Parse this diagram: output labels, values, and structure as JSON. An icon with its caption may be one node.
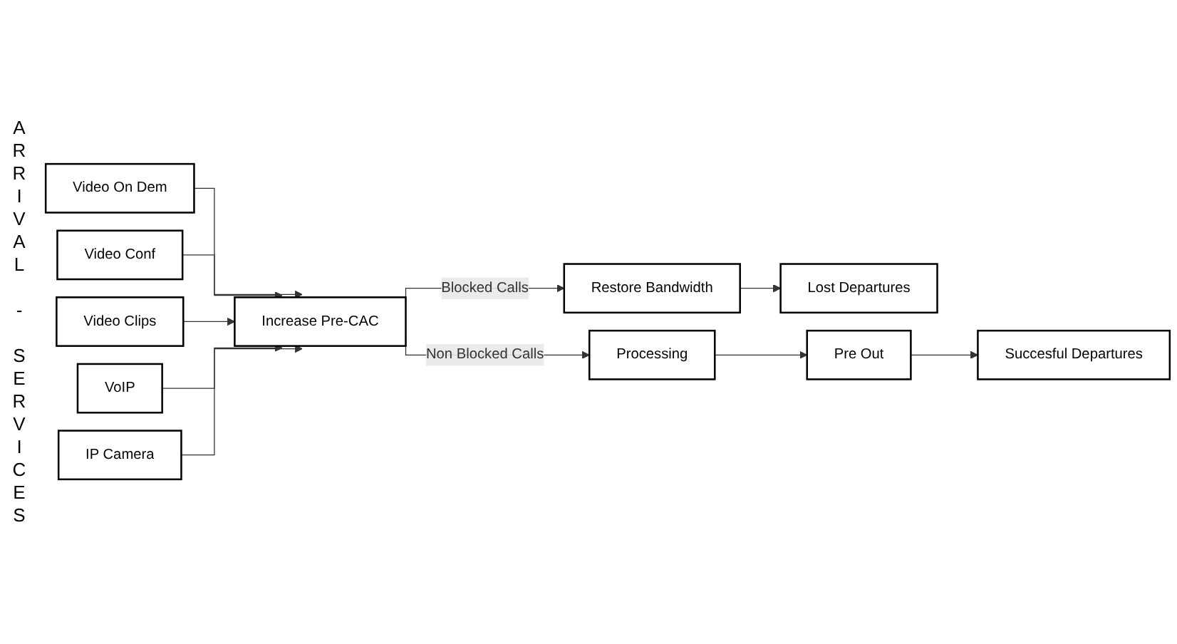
{
  "diagram": {
    "nodes": [
      {
        "text": [
          "Video On Dem"
        ]
      },
      {
        "text": [
          "Video Conf"
        ]
      },
      {
        "text": [
          "Video Clips"
        ]
      },
      {
        "text": [
          "VoIP"
        ]
      },
      {
        "text": [
          "IP  Camera"
        ]
      },
      {
        "text": [
          "Increase Pre-CAC"
        ]
      },
      {
        "text": [
          "Restore Bandwidth"
        ]
      },
      {
        "text": [
          "Lost Departures"
        ]
      },
      {
        "text": [
          "Processing"
        ]
      },
      {
        "text": [
          "Pre Out"
        ]
      },
      {
        "text": [
          "Succesful Departures"
        ]
      }
    ],
    "edges": [
      {
        "from": 0,
        "to": 5,
        "arrow": "to"
      },
      {
        "from": 1,
        "to": 5,
        "arrow": "to"
      },
      {
        "from": 2,
        "to": 5,
        "arrow": "to"
      },
      {
        "from": 3,
        "to": 5,
        "arrow": "to"
      },
      {
        "from": 4,
        "to": 5,
        "arrow": "to"
      },
      {
        "from": 5,
        "to": 6,
        "label": "Blocked Calls",
        "arrow": "to"
      },
      {
        "from": 6,
        "to": 7,
        "arrow": "to"
      },
      {
        "from": 5,
        "to": 8,
        "label": "Non Blocked Calls",
        "arrow": "to"
      },
      {
        "from": 8,
        "to": 9,
        "arrow": "to"
      },
      {
        "from": 9,
        "to": 10,
        "arrow": "to"
      }
    ],
    "labels": [
      "ARRIVAL - SERVICES"
    ]
  }
}
